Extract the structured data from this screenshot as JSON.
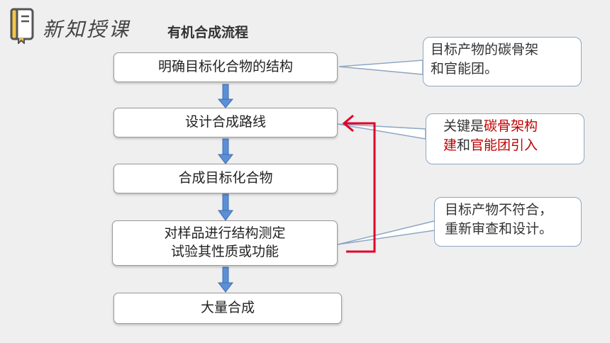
{
  "header": {
    "section_title": "新知授课",
    "flow_title": "有机合成流程"
  },
  "steps": [
    {
      "label": "明确目标化合物的结构"
    },
    {
      "label": "设计合成路线"
    },
    {
      "label": "合成目标化合物"
    },
    {
      "label_line1": "对样品进行结构测定",
      "label_line2": "试验其性质或功能"
    },
    {
      "label": "大量合成"
    }
  ],
  "callouts": {
    "structure": {
      "line1": "目标产物的碳骨架",
      "line2": "和官能团。"
    },
    "key": {
      "prefix": "关键是",
      "highlight1": "碳骨架构",
      "highlight1b": "建",
      "middle": "和",
      "highlight2": "官能团引入"
    },
    "mismatch": {
      "line1": "目标产物不符合，",
      "line2": "重新审查和设计。"
    }
  },
  "colors": {
    "background": "#efefef",
    "down_arrow": "#5b8fd6",
    "feedback_arrow": "#e0002a",
    "callout_border": "#8ea6c3",
    "highlight_text": "#c00000"
  }
}
